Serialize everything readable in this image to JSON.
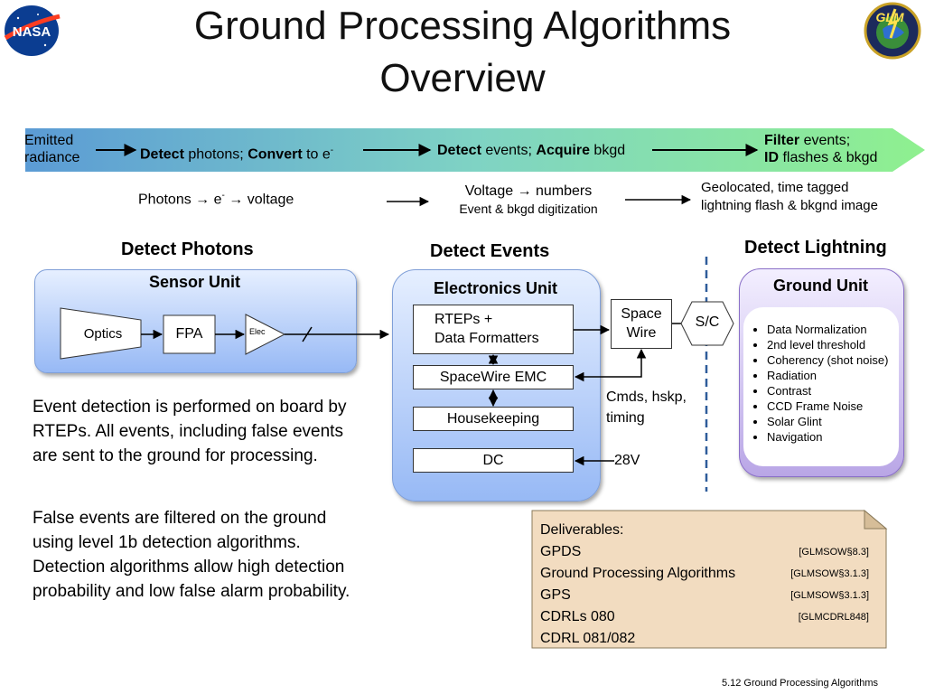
{
  "slide": {
    "title_line1": "Ground Processing Algorithms",
    "title_line2": "Overview",
    "footer": "5.12 Ground Processing Algorithms"
  },
  "logos": {
    "left_text": "NASA",
    "right_text": "GLM"
  },
  "flow_banner": {
    "start_line1": "Emitted",
    "start_line2": "radiance",
    "step1_bold1": "Detect",
    "step1_text1": " photons; ",
    "step1_bold2": "Convert",
    "step1_text2": " to e",
    "step1_sup": "-",
    "step2_bold1": "Detect",
    "step2_text1": " events; ",
    "step2_bold2": "Acquire",
    "step2_text2": " bkgd",
    "step3_bold1": "Filter",
    "step3_text1": " events;",
    "step3_bold2": "ID",
    "step3_text2": " flashes & bkgd"
  },
  "sub_flow": {
    "item1_a": "Photons → e",
    "item1_sup": "-",
    "item1_b": " → voltage",
    "item2_line1": "Voltage → numbers",
    "item2_line2": "Event & bkgd digitization",
    "item3_line1": "Geolocated, time tagged",
    "item3_line2": "lightning flash & bkgnd image"
  },
  "sections": {
    "detect_photons": "Detect Photons",
    "detect_events": "Detect Events",
    "detect_lightning": "Detect Lightning"
  },
  "sensor_unit": {
    "title": "Sensor Unit",
    "optics": "Optics",
    "fpa": "FPA",
    "elec": "Elec"
  },
  "electronics_unit": {
    "title": "Electronics Unit",
    "rteps_line1": "RTEPs +",
    "rteps_line2": "Data Formatters",
    "spacewire_emc": "SpaceWire EMC",
    "housekeeping": "Housekeeping",
    "dc": "DC"
  },
  "space_wire": {
    "line1": "Space",
    "line2": "Wire"
  },
  "sc_label": "S/C",
  "cmds_label_line1": "Cmds, hskp,",
  "cmds_label_line2": "timing",
  "power_label": "28V",
  "ground_unit": {
    "title": "Ground Unit",
    "items": [
      "Data Normalization",
      "2nd level threshold",
      "Coherency (shot noise)",
      "Radiation",
      "Contrast",
      "CCD Frame Noise",
      "Solar Glint",
      "Navigation"
    ]
  },
  "body_text": {
    "para1": "Event detection is performed on board by RTEPs.  All events, including false events are sent to the ground for processing.",
    "para2": "False events are filtered on the ground using level 1b detection algorithms.  Detection algorithms allow high detection probability and low false alarm probability."
  },
  "deliverables": {
    "heading": "Deliverables:",
    "rows": [
      {
        "name": "GPDS",
        "ref": "[GLMSOW§8.3]"
      },
      {
        "name": "Ground Processing Algorithms",
        "ref": "[GLMSOW§3.1.3]"
      },
      {
        "name": "GPS",
        "ref": "[GLMSOW§3.1.3]"
      },
      {
        "name": "CDRLs 080",
        "ref": "[GLMCDRL848]"
      },
      {
        "name": "CDRL 081/082",
        "ref": ""
      }
    ]
  },
  "colors": {
    "banner_left": "#5b9bd5",
    "banner_mid": "#7fd3c4",
    "banner_right": "#8ff08f",
    "panel_blue_top": "#e6efff",
    "panel_blue_bottom": "#97b9f5",
    "ground_purple": "#8a6fc8",
    "deliverables_bg": "#f2dcc0",
    "divider_blue": "#2e5c9a"
  }
}
